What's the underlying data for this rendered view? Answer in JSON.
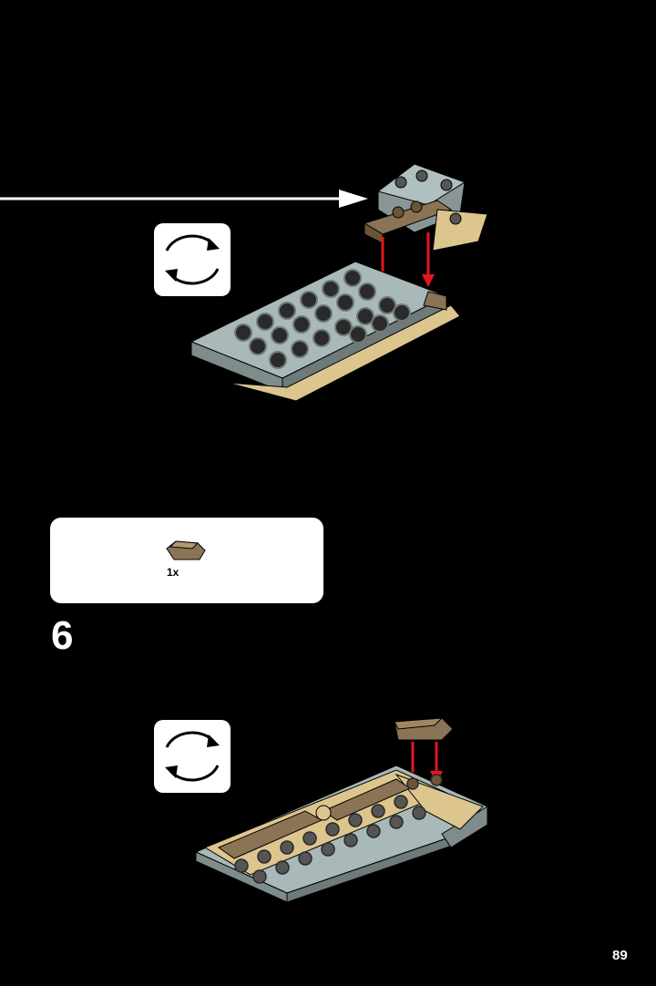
{
  "step": {
    "number": "6"
  },
  "parts_list": {
    "items": [
      {
        "part": "tan-curved-slope-brick-icon",
        "quantity": "1x"
      }
    ]
  },
  "page": {
    "number": "89"
  },
  "icons": {
    "rotate": "rotate-model-icon",
    "placement_arrow": "red-down-arrow-icon",
    "callout_arrow": "white-callout-arrow-icon"
  },
  "colors": {
    "background": "#000000",
    "panel": "#ffffff",
    "arrow_red": "#e2161f",
    "plate_gray": "#a9b8b8",
    "tan": "#dcc68e",
    "dark_tan": "#8b7355"
  }
}
